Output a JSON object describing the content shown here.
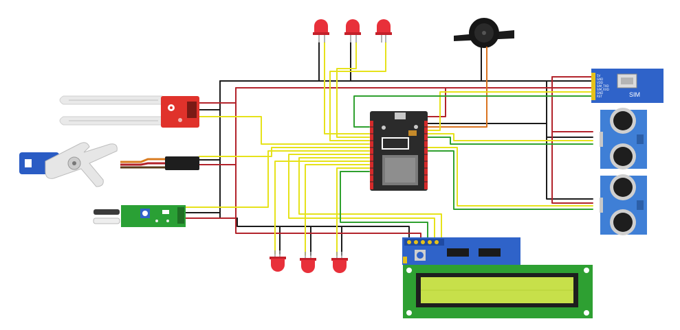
{
  "colors": {
    "wire_black": "#1a1a1a",
    "wire_red": "#b2222a",
    "wire_yellow": "#e6e21a",
    "wire_green": "#2ea02e",
    "wire_orange": "#d9731f",
    "board_dark": "#2b2b2b",
    "module_blue": "#2f63c9",
    "sensor_blue": "#3f7fd6",
    "lcd_green": "#c7e04a",
    "led_red": "#e8303a"
  },
  "components": {
    "microcontroller": {
      "icon": "esp32-devkit-board"
    },
    "soil_sensor": {
      "icon": "soil-moisture-probe"
    },
    "servo": {
      "icon": "servo-motor"
    },
    "ir_sensor": {
      "icon": "ir-obstacle-sensor"
    },
    "buzzer": {
      "icon": "piezo-buzzer"
    },
    "gsm": {
      "label": "SIM",
      "pins": [
        "5V",
        "GND",
        "VDD",
        "SIM_TXD",
        "SIM_RXD",
        "GND",
        "RST"
      ]
    },
    "ultrasonic": {
      "icon": "ultrasonic-sensor",
      "count": 2
    },
    "lcd": {
      "icon": "lcd-16x2-display"
    },
    "i2c_backpack": {
      "icon": "i2c-lcd-adapter"
    },
    "leds": {
      "icon": "red-led",
      "top_count": 3,
      "bottom_count": 3
    }
  }
}
